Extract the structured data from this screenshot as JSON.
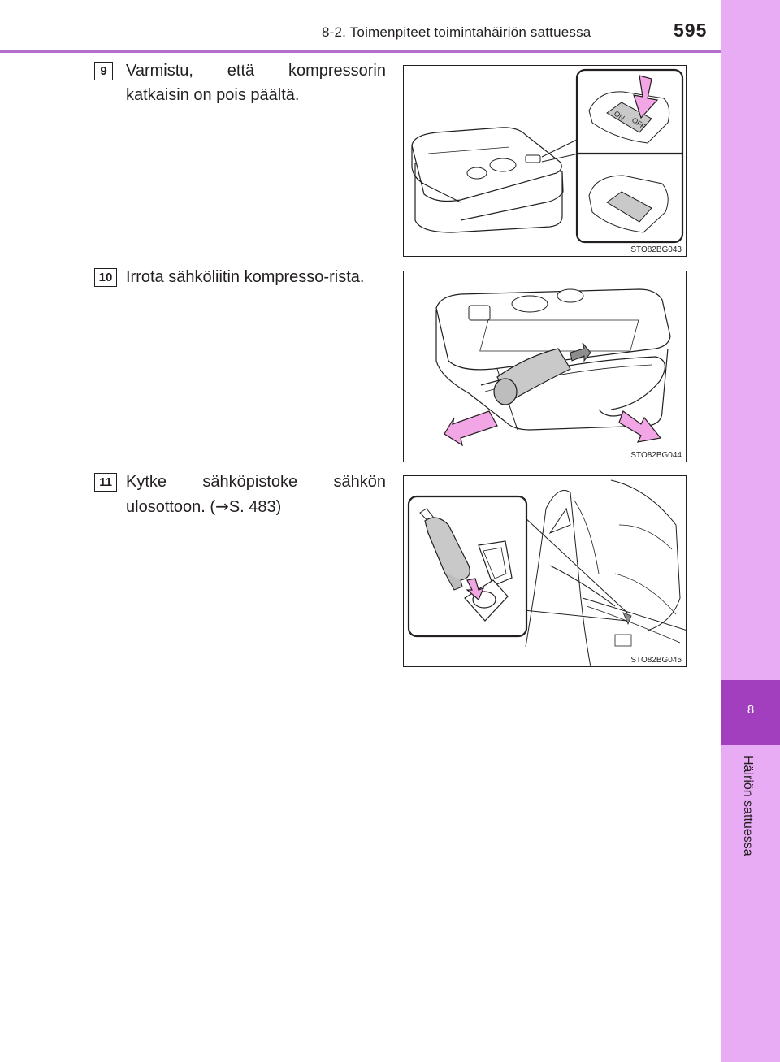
{
  "header": {
    "section_title": "8-2. Toimenpiteet toimintahäiriön sattuessa",
    "page_number": "595"
  },
  "side_tab": {
    "chapter_number": "8",
    "chapter_label": "Häiriön sattuessa"
  },
  "steps": [
    {
      "number": "9",
      "text": "Varmistu, että kompressorin katkaisin on pois päältä.",
      "figure_code": "STO82BG043",
      "switch_on_label": "ON",
      "switch_off_label": "OFF"
    },
    {
      "number": "10",
      "text": "Irrota sähköliitin kompresso-rista.",
      "figure_code": "STO82BG044"
    },
    {
      "number": "11",
      "text_before": "Kytke sähköpistoke sähkön ulosottoon. (",
      "arrow": "→",
      "text_after": "S. 483)",
      "figure_code": "STO82BG045"
    }
  ],
  "colors": {
    "accent_purple": "#b36fc9",
    "tab_background": "#e8acf5",
    "tab_active": "#a23fbf",
    "arrow_pink": "#f3a6e6"
  }
}
